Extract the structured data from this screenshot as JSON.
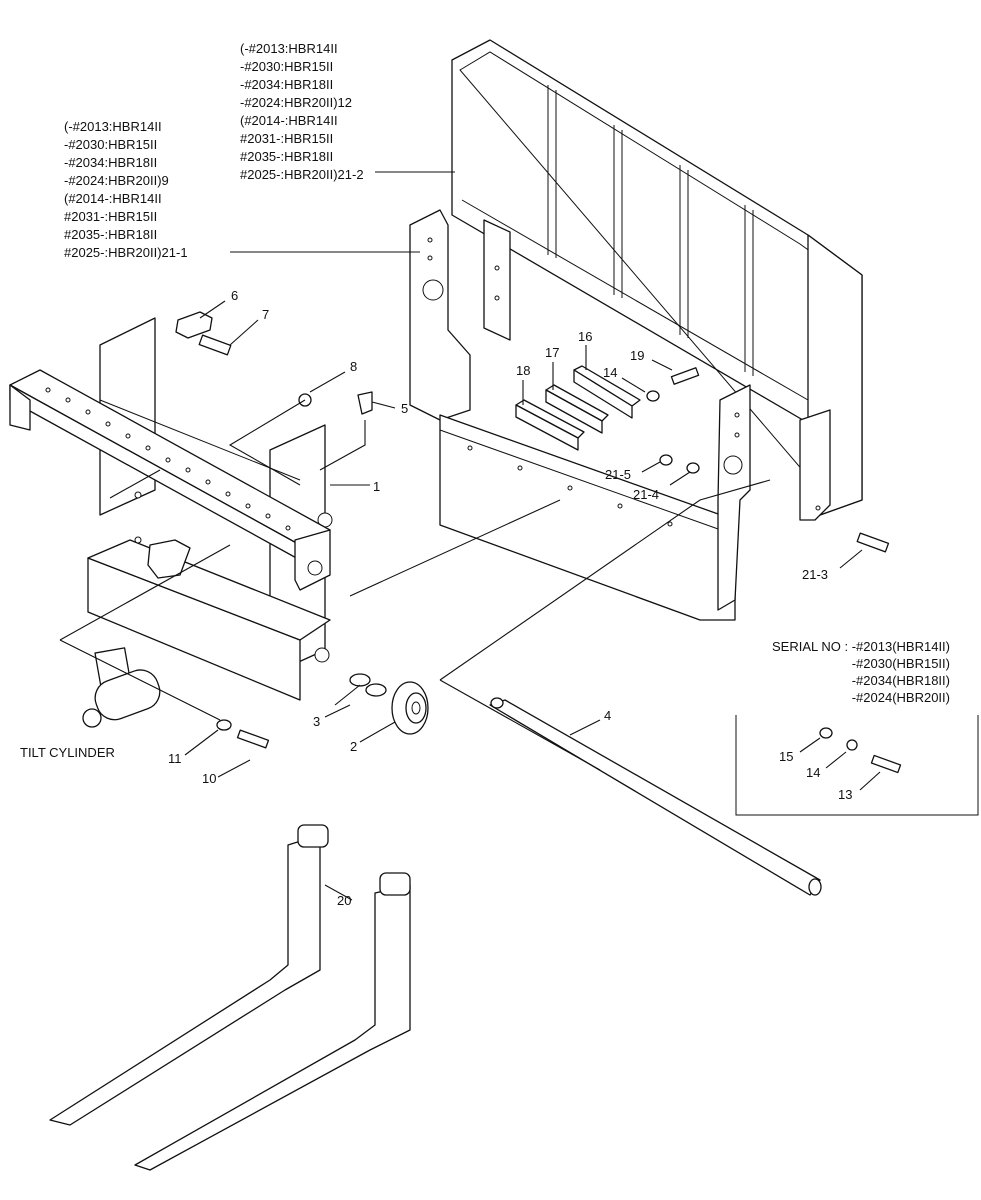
{
  "title": "",
  "labels": {
    "p1": "1",
    "p2": "2",
    "p3": "3",
    "p4": "4",
    "p5": "5",
    "p6": "6",
    "p7": "7",
    "p8": "8",
    "p10": "10",
    "p11": "11",
    "p13": "13",
    "p14a": "14",
    "p14b": "14",
    "p15": "15",
    "p16": "16",
    "p17": "17",
    "p18": "18",
    "p19": "19",
    "p20": "20",
    "p21_3": "21-3",
    "p21_4": "21-4",
    "p21_5": "21-5",
    "tilt_cylinder": "TILT CYLINDER"
  },
  "block_left": [
    "(-#2013:HBR14II",
    " -#2030:HBR15II",
    " -#2034:HBR18II",
    " -#2024:HBR20II)9",
    "(#2014-:HBR14II",
    " #2031-:HBR15II",
    " #2035-:HBR18II",
    " #2025-:HBR20II)21-1"
  ],
  "block_top": [
    "(-#2013:HBR14II",
    " -#2030:HBR15II",
    " -#2034:HBR18II",
    " -#2024:HBR20II)12",
    "(#2014-:HBR14II",
    " #2031-:HBR15II",
    " #2035-:HBR18II",
    " #2025-:HBR20II)21-2"
  ],
  "serial_note": [
    "SERIAL NO : -#2013(HBR14II)",
    "-#2030(HBR15II)",
    "-#2034(HBR18II)",
    "-#2024(HBR20II)"
  ]
}
